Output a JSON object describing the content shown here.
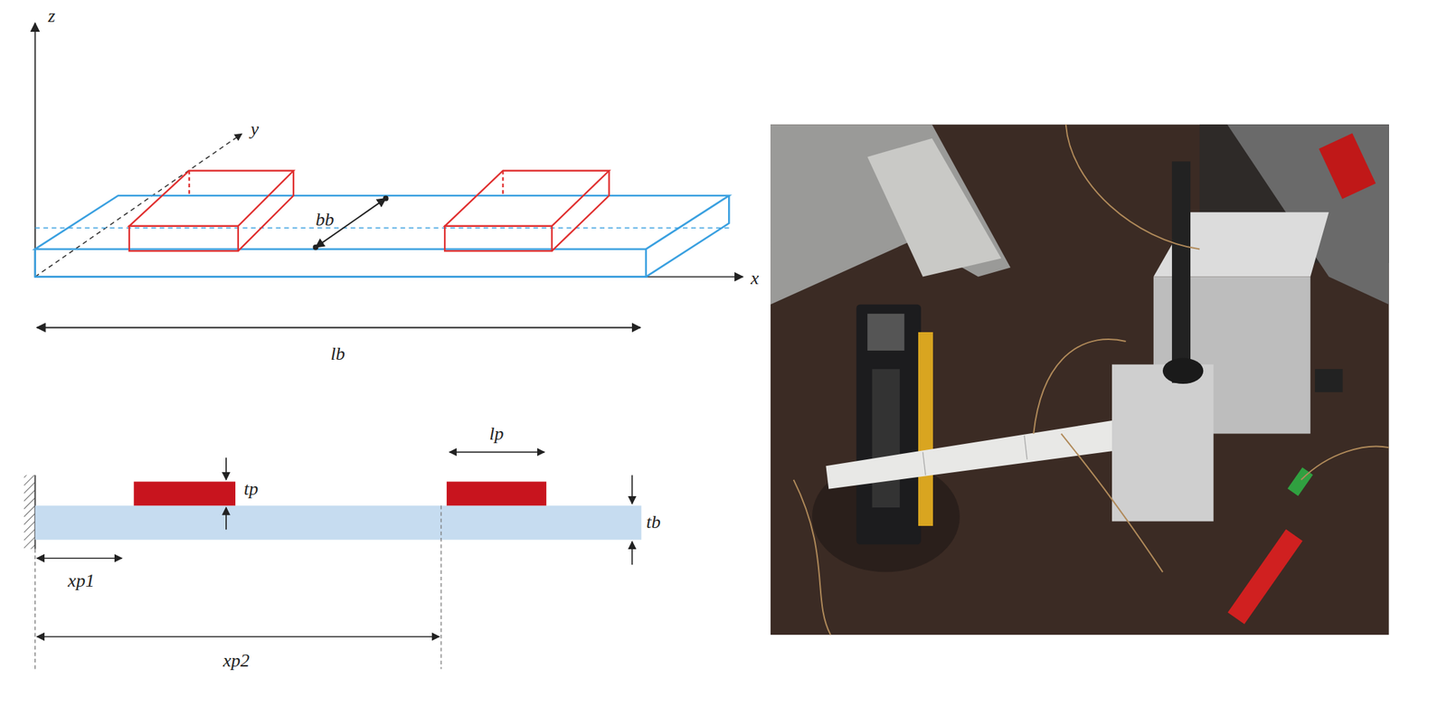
{
  "diagram": {
    "labels": [
      "z",
      "y",
      "x",
      "bb",
      "lb",
      "tp",
      "lp",
      "tb",
      "xp1",
      "xp2"
    ]
  }
}
